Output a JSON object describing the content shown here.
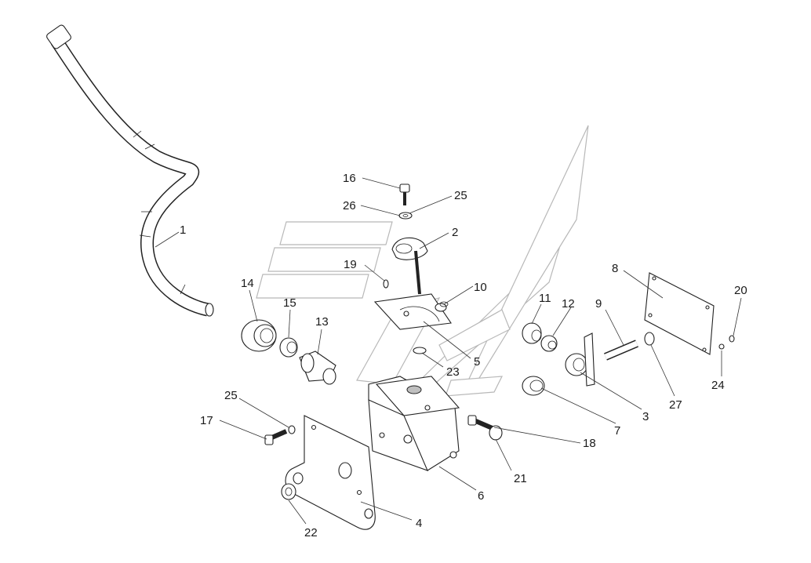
{
  "callouts": [
    {
      "id": "c1",
      "text": "1"
    },
    {
      "id": "c2",
      "text": "2"
    },
    {
      "id": "c3",
      "text": "3"
    },
    {
      "id": "c4",
      "text": "4"
    },
    {
      "id": "c5",
      "text": "5"
    },
    {
      "id": "c6",
      "text": "6"
    },
    {
      "id": "c7",
      "text": "7"
    },
    {
      "id": "c8",
      "text": "8"
    },
    {
      "id": "c9",
      "text": "9"
    },
    {
      "id": "c10",
      "text": "10"
    },
    {
      "id": "c11",
      "text": "11"
    },
    {
      "id": "c12",
      "text": "12"
    },
    {
      "id": "c13",
      "text": "13"
    },
    {
      "id": "c14",
      "text": "14"
    },
    {
      "id": "c15",
      "text": "15"
    },
    {
      "id": "c16",
      "text": "16"
    },
    {
      "id": "c17",
      "text": "17"
    },
    {
      "id": "c18",
      "text": "18"
    },
    {
      "id": "c19",
      "text": "19"
    },
    {
      "id": "c20",
      "text": "20"
    },
    {
      "id": "c21",
      "text": "21"
    },
    {
      "id": "c22",
      "text": "22"
    },
    {
      "id": "c23",
      "text": "23"
    },
    {
      "id": "c24",
      "text": "24"
    },
    {
      "id": "c25a",
      "text": "25"
    },
    {
      "id": "c25b",
      "text": "25"
    },
    {
      "id": "c26",
      "text": "26"
    },
    {
      "id": "c27",
      "text": "27"
    }
  ]
}
